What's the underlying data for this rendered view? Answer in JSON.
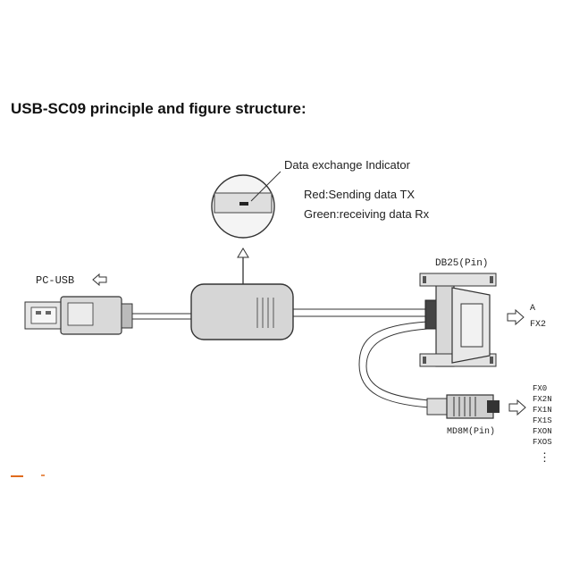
{
  "title": "USB-SC09 principle and figure structure:",
  "indicator": {
    "label": "Data exchange Indicator",
    "red_line": "Red:Sending data TX",
    "green_line": "Green:receiving data Rx"
  },
  "pc_usb_label": "PC-USB",
  "db25_label": "DB25(Pin)",
  "md8m_label": "MD8M(Pin)",
  "db25_targets": [
    "A",
    "FX2"
  ],
  "md8m_targets": [
    "FX0",
    "FX2N",
    "FX1N",
    "FX1S",
    "FXON",
    "FXOS",
    "⋮"
  ]
}
